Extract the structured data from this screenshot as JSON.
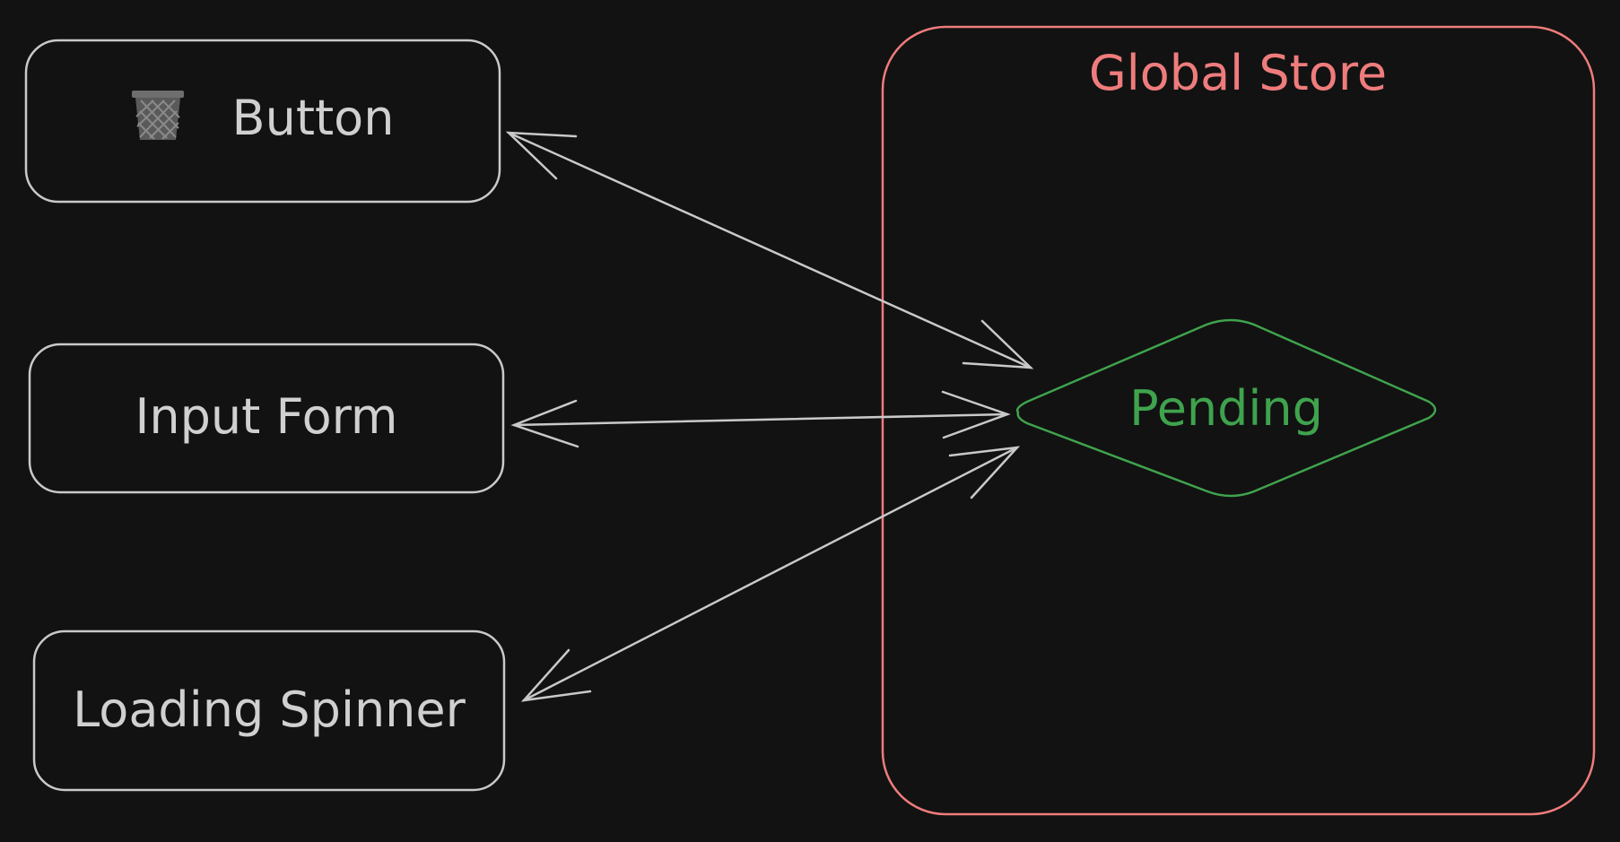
{
  "diagram": {
    "nodes": {
      "button": {
        "label": "Button",
        "icon": "trash-can-icon"
      },
      "input_form": {
        "label": "Input Form"
      },
      "loading_spinner": {
        "label": "Loading Spinner"
      }
    },
    "store": {
      "title": "Global Store"
    },
    "state": {
      "label": "Pending"
    }
  },
  "colors": {
    "background": "#121212",
    "node_stroke": "#c9c9c9",
    "node_text": "#d0d0d0",
    "store_stroke": "#ef7c7c",
    "store_title": "#ef7c7c",
    "state_stroke": "#3fa34d",
    "state_text": "#3fa34d",
    "arrow": "#c9c9c9",
    "icon": "#6e6e6e"
  }
}
